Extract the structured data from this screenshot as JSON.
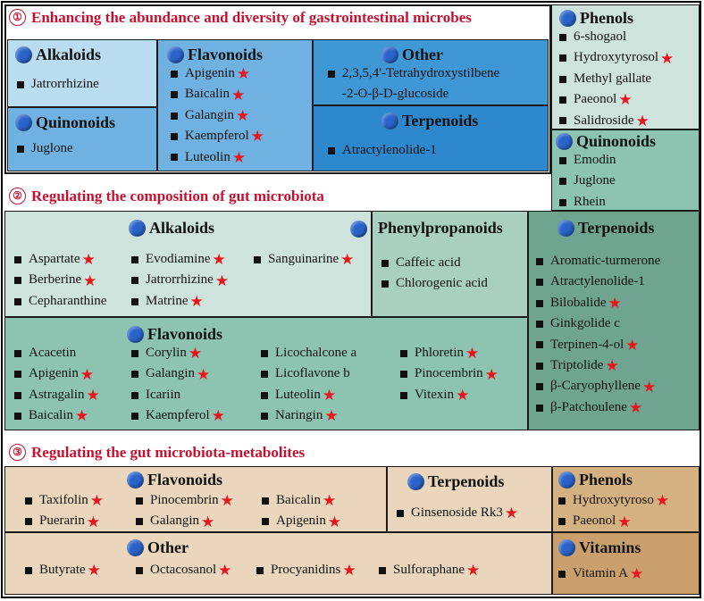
{
  "colors": {
    "s1_lightblue": "#b9dcf1",
    "s1_midblue": "#6fb1e0",
    "s1_blue": "#3f97d6",
    "s1_deepblue": "#2d88cd",
    "s2_light": "#cde3dc",
    "s2_mid": "#8cc3b1",
    "s2_dark": "#6fa491",
    "s3_tan": "#ead6bd",
    "s3_brown": "#d3b181",
    "dot": "#2a63c9",
    "star": "#e8141e",
    "title": "#c8102e"
  },
  "sections": [
    {
      "num": "①",
      "title": "Enhancing the abundance and diversity of gastrointestinal microbes"
    },
    {
      "num": "②",
      "title": "Regulating the composition of gut microbiota"
    },
    {
      "num": "③",
      "title": "Regulating the gut microbiota-metabolites"
    }
  ],
  "groups": {
    "s1_alkaloids": {
      "title": "Alkaloids",
      "items": [
        {
          "text": "Jatrorrhizine",
          "star": ""
        }
      ]
    },
    "s1_quinonoids": {
      "title": "Quinonoids",
      "items": [
        {
          "text": "Juglone",
          "star": ""
        }
      ]
    },
    "s1_flavonoids": {
      "title": "Flavonoids",
      "items": [
        {
          "text": "Apigenin",
          "star": "★"
        },
        {
          "text": "Baicalin",
          "star": "★"
        },
        {
          "text": "Galangin",
          "star": "★"
        },
        {
          "text": "Kaempferol",
          "star": "★"
        },
        {
          "text": "Luteolin",
          "star": "★"
        }
      ]
    },
    "s1_other": {
      "title": "Other",
      "items": [
        {
          "text": "2,3,5,4'-Tetrahydroxystilbene",
          "star": ""
        }
      ],
      "cont": "-2-O-β-D-glucoside"
    },
    "s1_terpenoids": {
      "title": "Terpenoids",
      "items": [
        {
          "text": "Atractylenolide-1",
          "star": ""
        }
      ]
    },
    "r_phenols": {
      "title": "Phenols",
      "items": [
        {
          "text": "6-shogaol",
          "star": ""
        },
        {
          "text": "Hydroxytyrosol",
          "star": "★"
        },
        {
          "text": "Methyl gallate",
          "star": ""
        },
        {
          "text": "Paeonol",
          "star": "★"
        },
        {
          "text": "Salidroside",
          "star": "★"
        }
      ]
    },
    "r_quinonoids": {
      "title": "Quinonoids",
      "items": [
        {
          "text": "Emodin",
          "star": ""
        },
        {
          "text": "Juglone",
          "star": ""
        },
        {
          "text": "Rhein",
          "star": ""
        }
      ]
    },
    "s2_alkaloids": {
      "title": "Alkaloids",
      "col1": [
        {
          "text": "Aspartate",
          "star": "★"
        },
        {
          "text": "Berberine",
          "star": "★"
        },
        {
          "text": "Cepharanthine",
          "star": ""
        }
      ],
      "col2": [
        {
          "text": "Evodiamine",
          "star": "★"
        },
        {
          "text": "Jatrorrhizine",
          "star": "★"
        },
        {
          "text": "Matrine",
          "star": "★"
        }
      ],
      "col3": [
        {
          "text": "Sanguinarine",
          "star": "★"
        }
      ]
    },
    "s2_phenylpropanoids": {
      "title": "Phenylpropanoids",
      "items": [
        {
          "text": "Caffeic acid",
          "star": ""
        },
        {
          "text": "Chlorogenic acid",
          "star": ""
        }
      ]
    },
    "s2_terpenoids": {
      "title": "Terpenoids",
      "items": [
        {
          "text": "Aromatic-turmerone",
          "star": ""
        },
        {
          "text": "Atractylenolide-1",
          "star": ""
        },
        {
          "text": "Bilobalide",
          "star": "★"
        },
        {
          "text": "Ginkgolide c",
          "star": ""
        },
        {
          "text": "Terpinen-4-ol",
          "star": "★"
        },
        {
          "text": "Triptolide",
          "star": "★"
        },
        {
          "text": "β-Caryophyllene",
          "star": "★"
        },
        {
          "text": "β-Patchoulene",
          "star": "★"
        }
      ]
    },
    "s2_flavonoids": {
      "title": "Flavonoids",
      "col1": [
        {
          "text": "Acacetin",
          "star": ""
        },
        {
          "text": "Apigenin",
          "star": "★"
        },
        {
          "text": "Astragalin",
          "star": "★"
        },
        {
          "text": "Baicalin",
          "star": "★"
        }
      ],
      "col2": [
        {
          "text": "Corylin",
          "star": "★"
        },
        {
          "text": "Galangin",
          "star": "★"
        },
        {
          "text": "Icariin",
          "star": ""
        },
        {
          "text": "Kaempferol",
          "star": "★"
        }
      ],
      "col3": [
        {
          "text": "Licochalcone a",
          "star": ""
        },
        {
          "text": "Licoflavone b",
          "star": ""
        },
        {
          "text": "Luteolin",
          "star": "★"
        },
        {
          "text": "Naringin",
          "star": "★"
        }
      ],
      "col4": [
        {
          "text": "Phloretin",
          "star": "★"
        },
        {
          "text": "Pinocembrin",
          "star": "★"
        },
        {
          "text": "Vitexin",
          "star": "★"
        }
      ]
    },
    "s3_flavonoids": {
      "title": "Flavonoids",
      "col1": [
        {
          "text": "Taxifolin",
          "star": "★"
        },
        {
          "text": "Puerarin",
          "star": "★"
        }
      ],
      "col2": [
        {
          "text": "Pinocembrin",
          "star": "★"
        },
        {
          "text": "Galangin",
          "star": "★"
        }
      ],
      "col3": [
        {
          "text": "Baicalin",
          "star": "★"
        },
        {
          "text": "Apigenin",
          "star": "★"
        }
      ]
    },
    "s3_terpenoids": {
      "title": "Terpenoids",
      "items": [
        {
          "text": "Ginsenoside Rk3",
          "star": "★"
        }
      ]
    },
    "s3_phenols": {
      "title": "Phenols",
      "items": [
        {
          "text": "Hydroxytyroso",
          "star": "★"
        },
        {
          "text": "Paeonol",
          "star": "★"
        }
      ]
    },
    "s3_other": {
      "title": "Other",
      "col1": [
        {
          "text": "Butyrate",
          "star": "★"
        }
      ],
      "col2": [
        {
          "text": "Octacosanol",
          "star": "★"
        }
      ],
      "col3": [
        {
          "text": "Procyanidins",
          "star": "★"
        }
      ],
      "col4": [
        {
          "text": "Sulforaphane",
          "star": "★"
        }
      ]
    },
    "s3_vitamins": {
      "title": "Vitamins",
      "items": [
        {
          "text": "Vitamin A",
          "star": "★"
        }
      ]
    }
  }
}
